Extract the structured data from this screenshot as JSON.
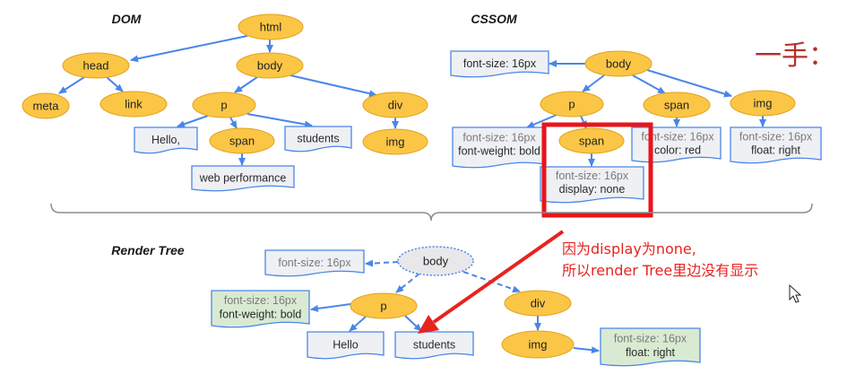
{
  "dom": {
    "title": "DOM",
    "nodes": {
      "html": "html",
      "head": "head",
      "body": "body",
      "meta": "meta",
      "link": "link",
      "p": "p",
      "div": "div",
      "span": "span",
      "img": "img"
    },
    "boxes": {
      "hello": "Hello,",
      "students": "students",
      "web_performance": "web performance"
    }
  },
  "cssom": {
    "title": "CSSOM",
    "nodes": {
      "body": "body",
      "p": "p",
      "span_hidden": "span",
      "span": "span",
      "img": "img"
    },
    "styles": {
      "body": [
        "font-size: 16px"
      ],
      "p": [
        "font-size: 16px",
        "font-weight: bold"
      ],
      "span_hidden": [
        "font-size: 16px",
        "display: none"
      ],
      "span": [
        "font-size: 16px",
        "color: red"
      ],
      "img": [
        "font-size: 16px",
        "float: right"
      ]
    }
  },
  "render_tree": {
    "title": "Render Tree",
    "nodes": {
      "body": "body",
      "p": "p",
      "div": "div",
      "img": "img"
    },
    "boxes": {
      "hello": "Hello",
      "students": "students"
    },
    "styles": {
      "body": [
        "font-size: 16px"
      ],
      "p": [
        "font-size: 16px",
        "font-weight: bold"
      ],
      "img": [
        "font-size: 16px",
        "float: right"
      ]
    }
  },
  "annotation": {
    "note": [
      "因为display为none,",
      "所以render Tree里边没有显示"
    ],
    "corner_text": "一手："
  },
  "colors": {
    "node_fill": "#fbc646",
    "node_stroke": "#e3a21a",
    "ghost_fill": "#e8e8ea",
    "edge": "#4a86e8",
    "box_fill": "#eef0f4",
    "box_green_fill": "#d9ead3",
    "inherited_text": "#7a7a7a",
    "highlight": "#e8151b",
    "annotation": "#e8231f",
    "corner_text": "#b3312a"
  }
}
